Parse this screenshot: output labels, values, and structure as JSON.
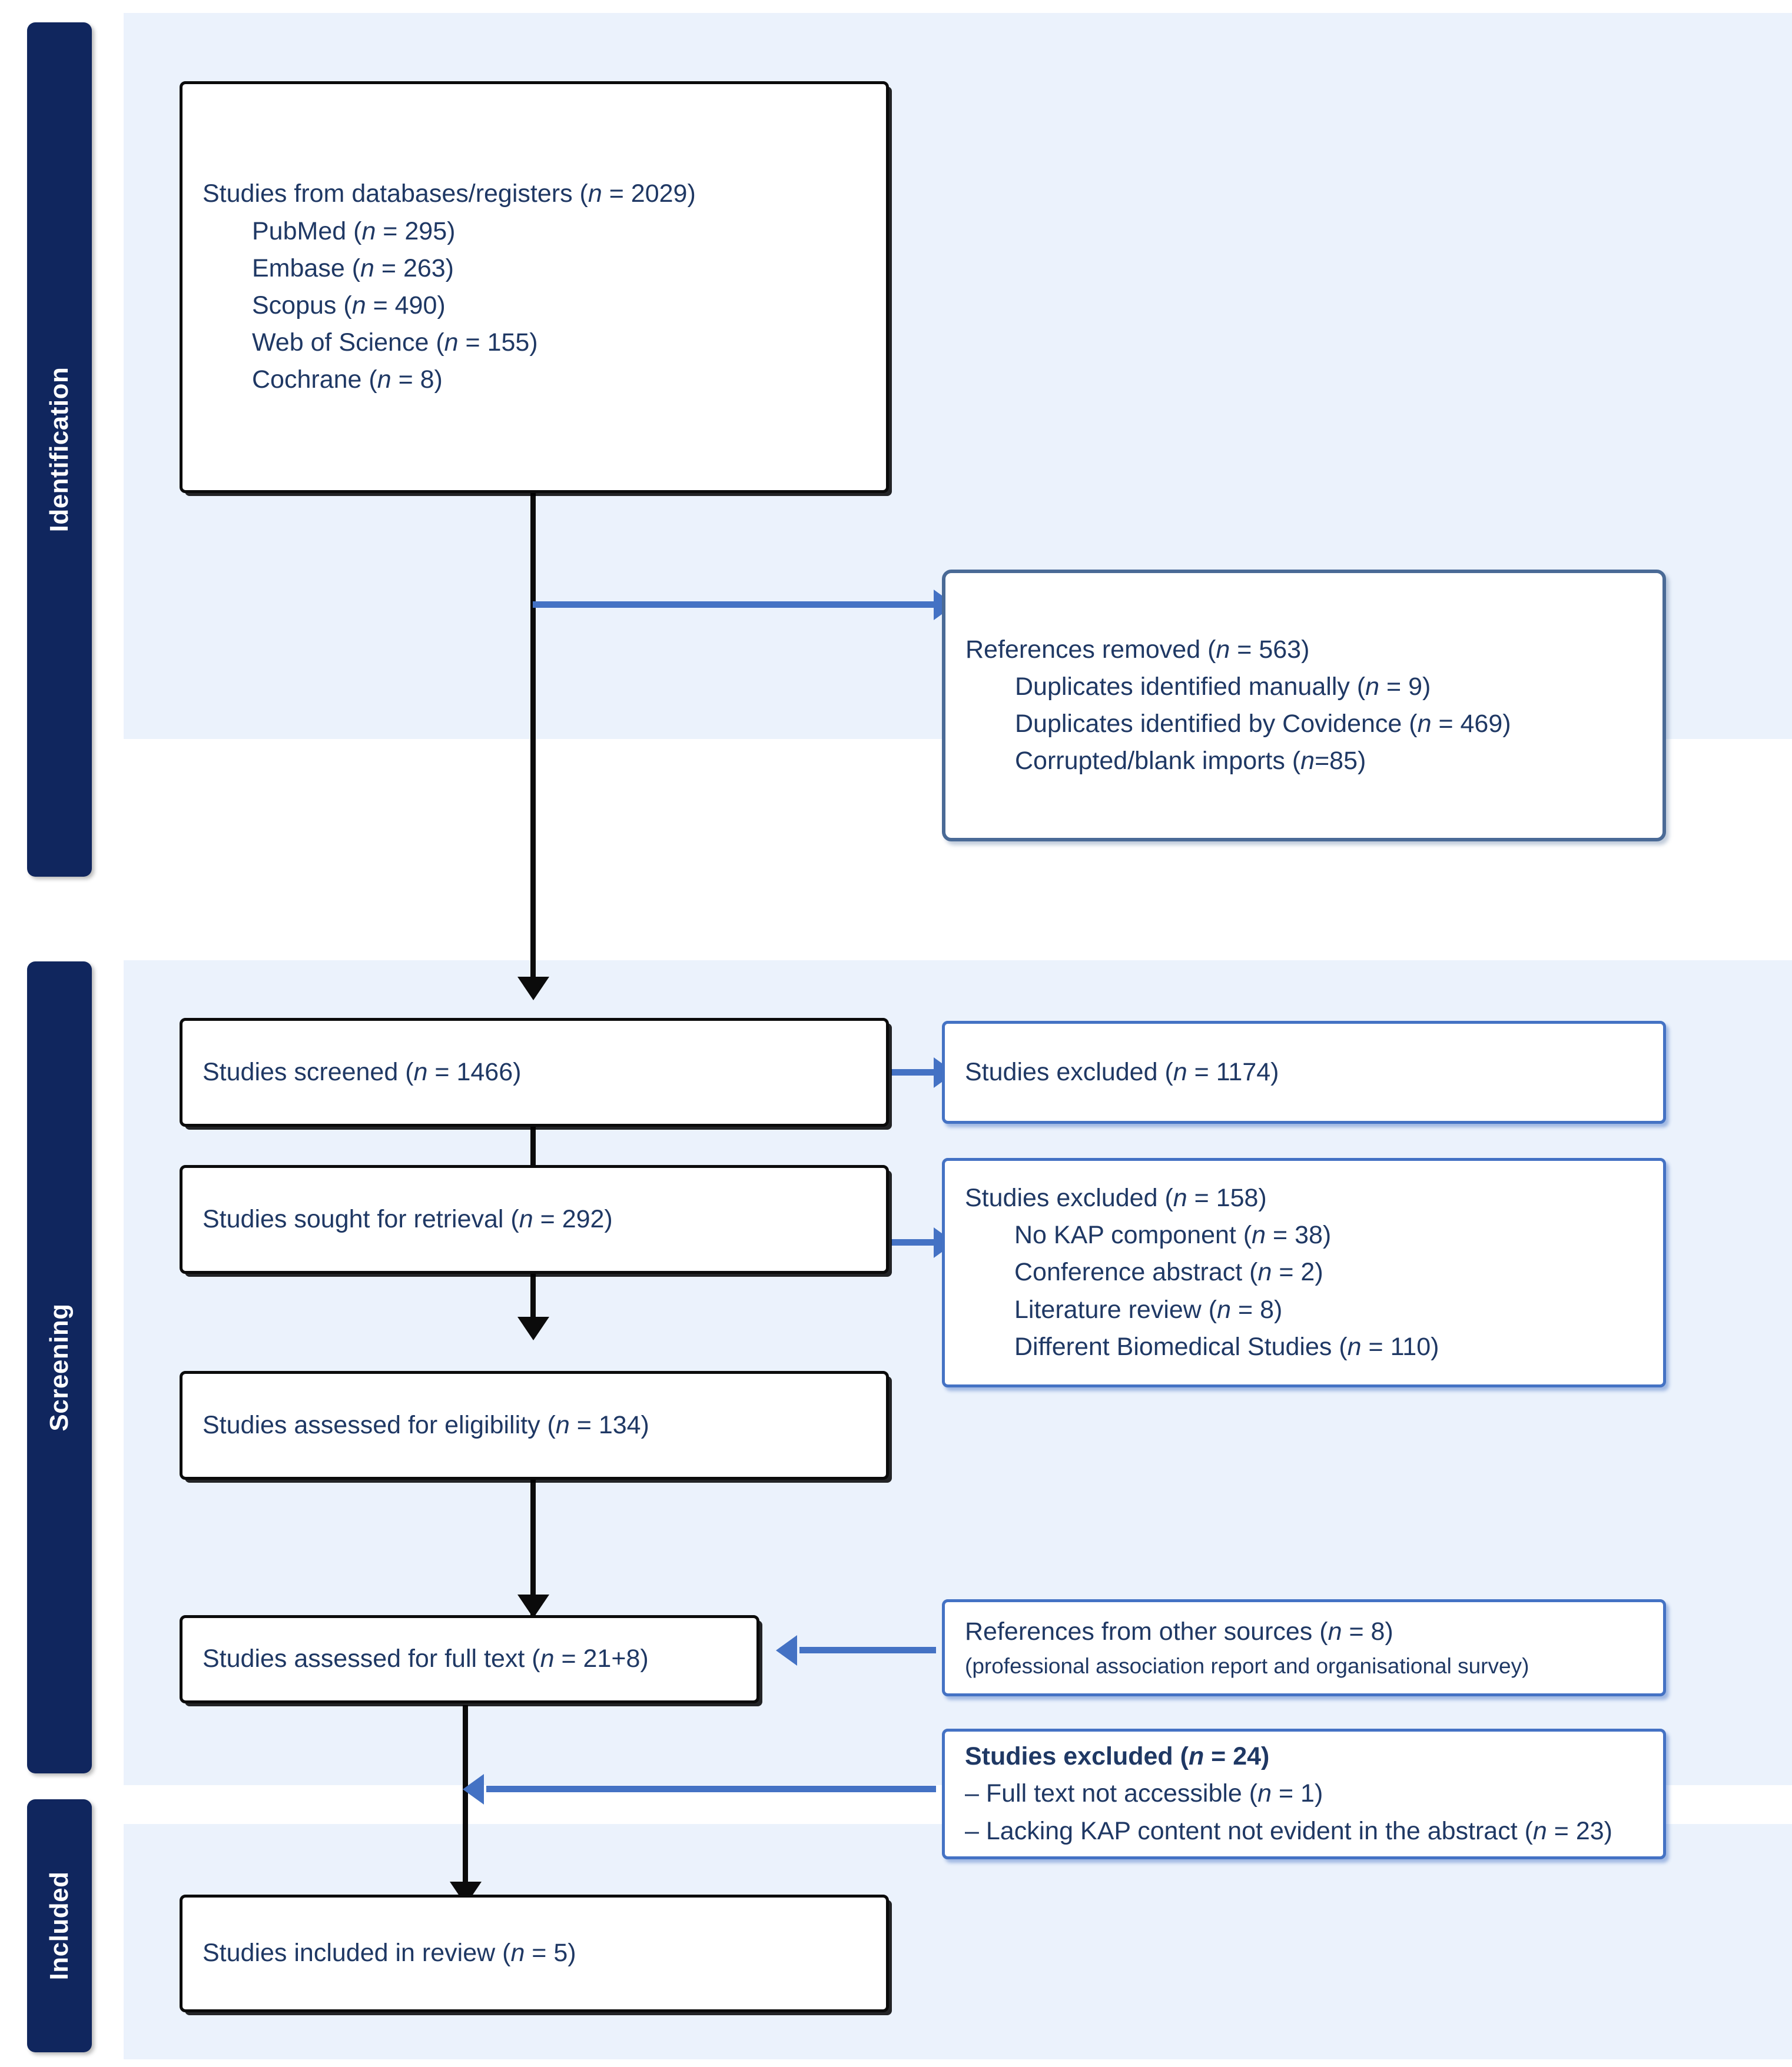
{
  "diagram": {
    "title": "PRISMA flow diagram",
    "colors": {
      "phase_tab_bg": "#10265E",
      "band_bg": "#EBF2FC",
      "text_navy": "#1F3864",
      "blue_accent": "#4472C4",
      "steel_border": "#4A6A96",
      "black_border": "#0B0B0B"
    }
  },
  "phases": [
    {
      "key": "identification",
      "label": "Identification"
    },
    {
      "key": "screening",
      "label": "Screening"
    },
    {
      "key": "included",
      "label": "Included"
    }
  ],
  "boxes": {
    "records_identified": {
      "heading": "Studies from databases/registers (",
      "heading_italic": "n",
      "heading_tail": " = 2029)",
      "lines": [
        {
          "label": "PubMed (",
          "n": "n",
          "tail": " = 295)"
        },
        {
          "label": "Embase (",
          "n": "n",
          "tail": " = 263)"
        },
        {
          "label": "Scopus (",
          "n": "n",
          "tail": " = 490)"
        },
        {
          "label": "Web of Science (",
          "n": "n",
          "tail": " = 155)"
        },
        {
          "label": "Cochrane (",
          "n": "n",
          "tail": " = 8)"
        }
      ]
    },
    "references_removed": {
      "heading": "References removed (",
      "heading_italic": "n",
      "heading_tail": " = 563)",
      "lines": [
        {
          "label": "Duplicates identified manually (",
          "n": "n",
          "tail": " = 9)"
        },
        {
          "label": "Duplicates identified by Covidence (",
          "n": "n",
          "tail": " = 469)"
        },
        {
          "label": "Corrupted/blank imports (",
          "n": "n",
          "tail": "=85)"
        }
      ]
    },
    "studies_screened": {
      "heading": "Studies screened (",
      "heading_italic": "n",
      "heading_tail": " = 1466)"
    },
    "studies_excluded_screened": {
      "heading": "Studies excluded (",
      "heading_italic": "n",
      "heading_tail": " = 1174)"
    },
    "studies_sought": {
      "heading": "Studies sought for retrieval (",
      "heading_italic": "n",
      "heading_tail": " = 292)"
    },
    "studies_excluded_sought": {
      "heading": "Studies excluded (",
      "heading_italic": "n",
      "heading_tail": " = 158)",
      "lines": [
        {
          "label": "No KAP component (",
          "n": "n",
          "tail": " = 38)"
        },
        {
          "label": "Conference abstract (",
          "n": "n",
          "tail": " = 2)"
        },
        {
          "label": "Literature review (",
          "n": "n",
          "tail": " = 8)"
        },
        {
          "label": "Different Biomedical Studies (",
          "n": "n",
          "tail": " = 110)"
        }
      ]
    },
    "studies_eligibility": {
      "heading": "Studies assessed for eligibility (",
      "heading_italic": "n",
      "heading_tail": " = 134)"
    },
    "studies_full_text": {
      "heading": "Studies assessed for full text (",
      "heading_italic": "n",
      "heading_tail": " = 21+8)"
    },
    "other_sources": {
      "heading": "References from other sources (",
      "heading_italic": "n",
      "heading_tail": " = 8)",
      "note": "(professional association report and organisational survey)"
    },
    "studies_excluded_full_text": {
      "heading": "Studies excluded (",
      "heading_italic": "n",
      "heading_tail": " = 24)",
      "lines": [
        {
          "label": "– Full text not accessible (",
          "n": "n",
          "tail": " = 1)"
        },
        {
          "label": "– Lacking KAP content not evident in the abstract (",
          "n": "n",
          "tail": " = 23)"
        }
      ]
    },
    "studies_included": {
      "heading": "Studies included in review (",
      "heading_italic": "n",
      "heading_tail": " = 5)"
    }
  }
}
